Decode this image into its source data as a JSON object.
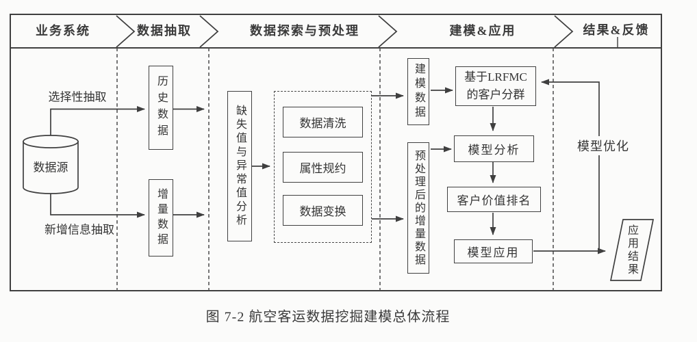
{
  "header": {
    "phases": [
      {
        "label": "业务系统"
      },
      {
        "label": "数据抽取"
      },
      {
        "label": "数据探索与预处理"
      },
      {
        "label": "建模&应用"
      },
      {
        "label": "结果&反馈"
      }
    ]
  },
  "flow": {
    "data_source": "数据源",
    "selective_extraction_label": "选择性抽取",
    "new_info_extraction_label": "新增信息抽取",
    "historical_data": "历史数据",
    "incremental_data": "增量数据",
    "missing_outlier_analysis": "缺失值与异常值分析",
    "preprocess_steps": [
      {
        "label": "数据清洗"
      },
      {
        "label": "属性规约"
      },
      {
        "label": "数据变换"
      }
    ],
    "modeling_data": "建模数据",
    "preprocessed_incremental_data": "预处理后的增量数据",
    "lrfmc_line1": "基于LRFMC",
    "lrfmc_line2": "的客户分群",
    "model_analysis": "模型分析",
    "customer_value_ranking": "客户价值排名",
    "model_application": "模型应用",
    "model_optimization_label": "模型优化",
    "application_result": "应用结果"
  },
  "caption": "图 7-2  航空客运数据挖掘建模总体流程",
  "colors": {
    "line": "#3f3f3f",
    "text": "#343434",
    "background": "#fbfbfa"
  }
}
